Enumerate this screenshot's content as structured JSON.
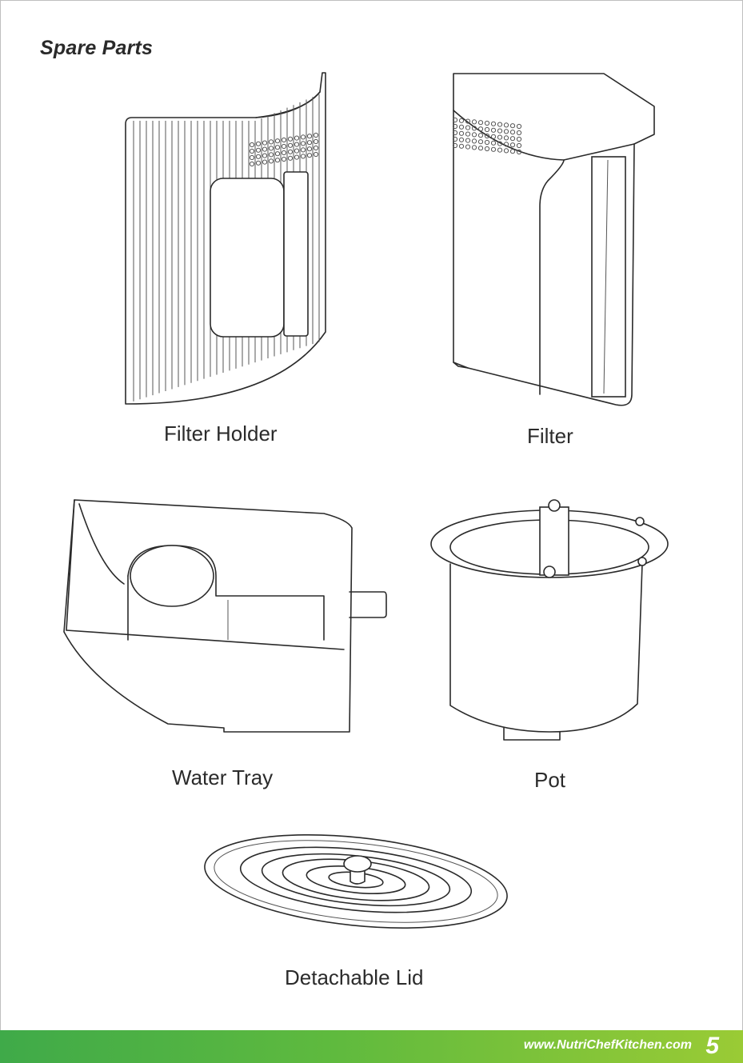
{
  "page": {
    "title": "Spare Parts",
    "footer": {
      "url": "www.NutriChefKitchen.com",
      "page_number": "5",
      "accent_color": "#5fba3e"
    }
  },
  "parts": [
    {
      "label": "Filter Holder",
      "icon": "filter-holder-icon"
    },
    {
      "label": "Filter",
      "icon": "filter-icon"
    },
    {
      "label": "Water Tray",
      "icon": "water-tray-icon"
    },
    {
      "label": "Pot",
      "icon": "pot-icon"
    },
    {
      "label": "Detachable Lid",
      "icon": "detachable-lid-icon"
    }
  ]
}
